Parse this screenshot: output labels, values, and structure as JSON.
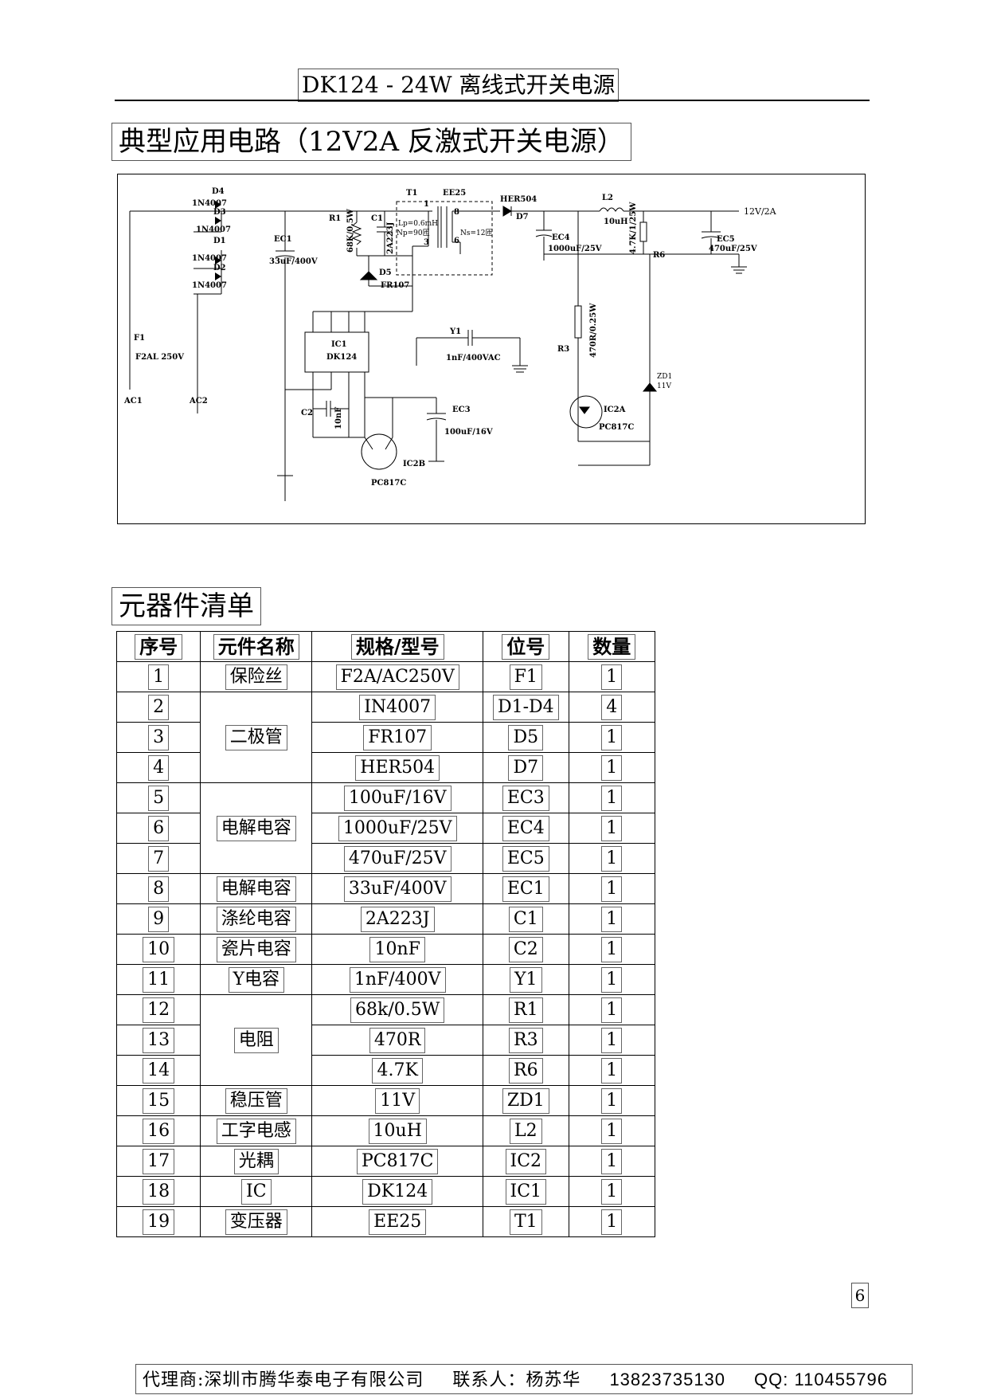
{
  "header": {
    "title": "DK124 -  24W 离线式开关电源"
  },
  "section1": {
    "title": "典型应用电路（12V2A 反激式开关电源）"
  },
  "circuit": {
    "labels": {
      "d4": "D4",
      "d4_part": "1N4007",
      "d3": "D3",
      "d3_part": "1N4007",
      "d1": "D1",
      "d1_part": "1N4007",
      "d2": "D2",
      "d2_part": "1N4007",
      "ec1": "EC1",
      "ec1_val": "33uF/400V",
      "r1": "R1",
      "r1_val": "68K/0.5W",
      "c1": "C1",
      "c1_val": "2A223J",
      "t1": "T1",
      "ee25": "EE25",
      "lp": "Lp=0.6mH",
      "np": "Np=90匝",
      "ns": "Ns=12匝",
      "p1": "1",
      "p3": "3",
      "p8": "8",
      "p6": "6",
      "d5": "D5",
      "d5_part": "FR107",
      "her": "HER504",
      "d7": "D7",
      "ec4": "EC4",
      "ec4_val": "1000uF/25V",
      "l2": "L2",
      "l2_val": "10uH",
      "r6_val": "4.7K/1/25W",
      "r6": "R6",
      "ec5": "EC5",
      "ec5_val": "470uF/25V",
      "out": "12V/2A",
      "f1": "F1",
      "f1_val": "F2AL 250V",
      "ac1": "AC1",
      "ac2": "AC2",
      "ic1": "IC1",
      "ic1_part": "DK124",
      "y1": "Y1",
      "y1_val": "1nF/400VAC",
      "r3": "R3",
      "r3_val": "470R/0.25W",
      "zd": "ZD1",
      "zd_val": "11V",
      "ic2a": "IC2A",
      "ic2a_part": "PC817C",
      "c2": "C2",
      "c2_val": "10nF",
      "ec3": "EC3",
      "ec3_val": "100uF/16V",
      "ic2b": "IC2B",
      "ic2b_part": "PC817C"
    }
  },
  "section2": {
    "title": "元器件清单"
  },
  "bom": {
    "headers": [
      "序号",
      "元件名称",
      "规格/型号",
      "位号",
      "数量"
    ],
    "rows": [
      {
        "no": "1",
        "name": "保险丝",
        "spec": "F2A/AC250V",
        "ref": "F1",
        "qty": "1"
      },
      {
        "no": "2",
        "name": "二极管",
        "spec": "IN4007",
        "ref": "D1-D4",
        "qty": "4"
      },
      {
        "no": "3",
        "name": "",
        "spec": "FR107",
        "ref": "D5",
        "qty": "1"
      },
      {
        "no": "4",
        "name": "",
        "spec": "HER504",
        "ref": "D7",
        "qty": "1"
      },
      {
        "no": "5",
        "name": "电解电容",
        "spec": "100uF/16V",
        "ref": "EC3",
        "qty": "1"
      },
      {
        "no": "6",
        "name": "",
        "spec": "1000uF/25V",
        "ref": "EC4",
        "qty": "1"
      },
      {
        "no": "7",
        "name": "",
        "spec": "470uF/25V",
        "ref": "EC5",
        "qty": "1"
      },
      {
        "no": "8",
        "name": "电解电容",
        "spec": "33uF/400V",
        "ref": "EC1",
        "qty": "1"
      },
      {
        "no": "9",
        "name": "涤纶电容",
        "spec": "2A223J",
        "ref": "C1",
        "qty": "1"
      },
      {
        "no": "10",
        "name": "瓷片电容",
        "spec": "10nF",
        "ref": "C2",
        "qty": "1"
      },
      {
        "no": "11",
        "name": "Y电容",
        "spec": "1nF/400V",
        "ref": "Y1",
        "qty": "1"
      },
      {
        "no": "12",
        "name": "电阻",
        "spec": "68k/0.5W",
        "ref": "R1",
        "qty": "1"
      },
      {
        "no": "13",
        "name": "",
        "spec": "470R",
        "ref": "R3",
        "qty": "1"
      },
      {
        "no": "14",
        "name": "",
        "spec": "4.7K",
        "ref": "R6",
        "qty": "1"
      },
      {
        "no": "15",
        "name": "稳压管",
        "spec": "11V",
        "ref": "ZD1",
        "qty": "1"
      },
      {
        "no": "16",
        "name": "工字电感",
        "spec": "10uH",
        "ref": "L2",
        "qty": "1"
      },
      {
        "no": "17",
        "name": "光耦",
        "spec": "PC817C",
        "ref": "IC2",
        "qty": "1"
      },
      {
        "no": "18",
        "name": "IC",
        "spec": "DK124",
        "ref": "IC1",
        "qty": "1"
      },
      {
        "no": "19",
        "name": "变压器",
        "spec": "EE25",
        "ref": "T1",
        "qty": "1"
      }
    ]
  },
  "page": {
    "number": "6"
  },
  "footer": {
    "agent": "代理商:深圳市腾华泰电子有限公司",
    "contact": "联系人：杨苏华",
    "phone": "13823735130",
    "qq": "QQ: 110455796"
  }
}
